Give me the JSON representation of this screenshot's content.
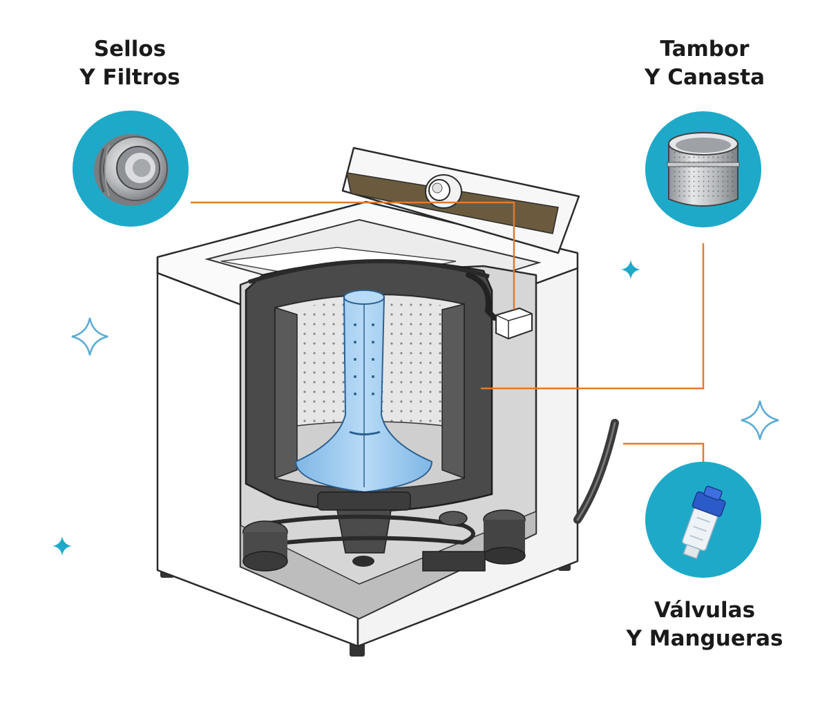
{
  "labels": {
    "seals": {
      "line1": "Sellos",
      "line2": "Y Filtros"
    },
    "drum": {
      "line1": "Tambor",
      "line2": "Y Canasta"
    },
    "valves": {
      "line1": "Válvulas",
      "line2": "Y Mangueras"
    }
  },
  "icons": {
    "seals": "seal-filter-icon",
    "drum": "drum-basket-icon",
    "valves": "valve-hose-icon",
    "decor": "sparkle-icon"
  },
  "colors": {
    "callout_circle": "#1fa9c9",
    "leader_line": "#e07a2e",
    "agitator": "#8fc4ee",
    "sparkle": "#5aaad4"
  }
}
